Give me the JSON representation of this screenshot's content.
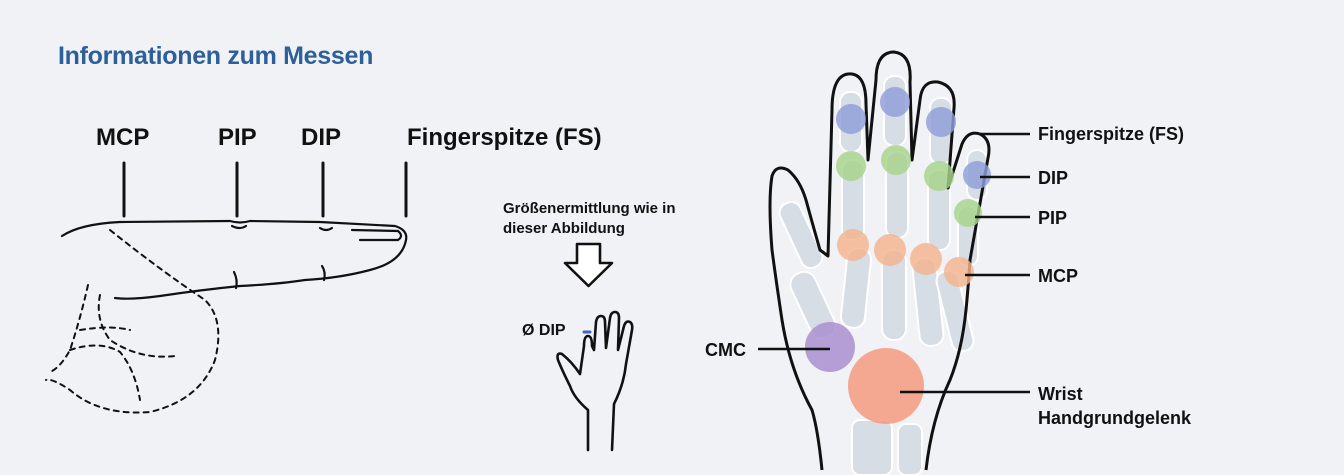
{
  "title": "Informationen zum Messen",
  "finger_labels": {
    "mcp": "MCP",
    "pip": "PIP",
    "dip": "DIP",
    "fs": "Fingerspitze (FS)"
  },
  "middle": {
    "note_line1": "Größenermittlung wie in",
    "note_line2": "dieser Abbildung",
    "dip_label": "Ø DIP"
  },
  "hand_labels": {
    "fs": "Fingerspitze (FS)",
    "dip": "DIP",
    "pip": "PIP",
    "mcp": "MCP",
    "cmc": "CMC",
    "wrist": "Wrist",
    "wrist_de": "Handgrundgelenk"
  },
  "colors": {
    "title": "#2d5f9a",
    "dip_joint": "#8f9fd9",
    "pip_joint": "#a7d48b",
    "mcp_joint": "#f5b48f",
    "cmc_joint": "#a98fcf",
    "wrist_joint": "#f59a7f",
    "bone": "#d6dde4"
  }
}
